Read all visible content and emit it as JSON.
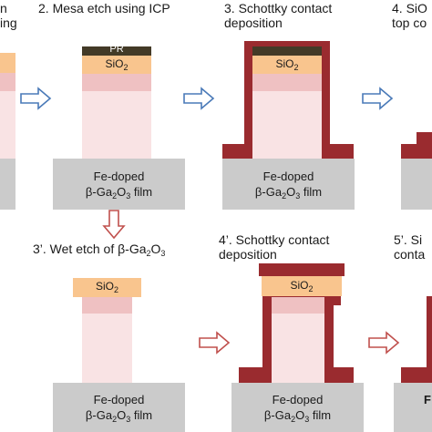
{
  "steps": {
    "s1": {
      "line1": "n",
      "line2": "ing"
    },
    "s2": {
      "title": "2. Mesa etch using ICP"
    },
    "s3": {
      "line1": "3. Schottky contact",
      "line2": "deposition"
    },
    "s4": {
      "line1": "4. SiO",
      "line2": "top co"
    },
    "s3p": {
      "title_pre": "3’. Wet etch of β-Ga",
      "title_mid": "O"
    },
    "s4p": {
      "line1": "4’. Schottky contact",
      "line2": "deposition"
    },
    "s5p": {
      "line1": "5’. Si",
      "line2": "conta"
    }
  },
  "layers": {
    "pr": "PR",
    "sio2": "SiO",
    "sub2": "2",
    "sub3": "3",
    "substrate_line1": "Fe-doped",
    "substrate_line2_pre": "β-Ga",
    "substrate_line2_mid": "O",
    "substrate_line2_post": " film",
    "partial_F": "F"
  },
  "colors": {
    "blue_arrow": "#4a7ab8",
    "red_arrow": "#c0504d",
    "metal": "#9a2b2f",
    "sio2": "#f9c58e",
    "pr": "#433a27",
    "substrate": "#cbcbcb"
  }
}
